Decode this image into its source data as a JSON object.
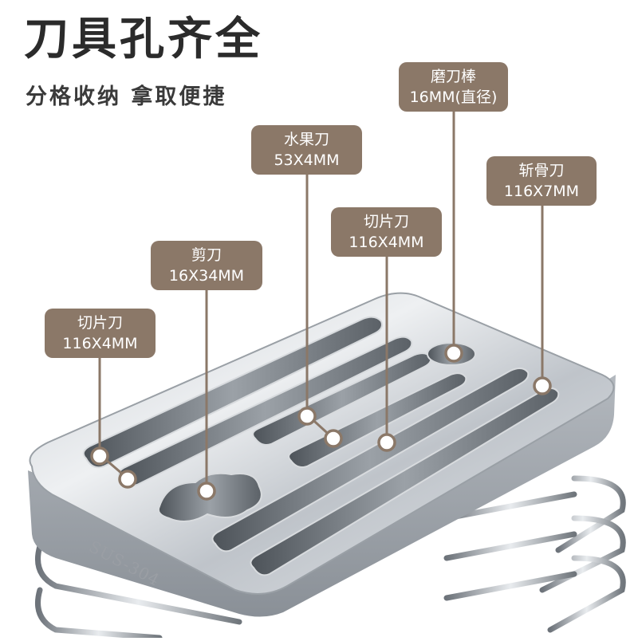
{
  "headline": "刀具孔齐全",
  "subline": "分格收纳 拿取便捷",
  "engraving": "SUS-304",
  "colors": {
    "label_bg": "#8b7868",
    "metal_light": "#e4e7ea",
    "metal_dark": "#7d848c"
  },
  "callouts": [
    {
      "id": "sharpening-rod",
      "name": "磨刀棒",
      "size": "16MM(直径)"
    },
    {
      "id": "fruit-knife",
      "name": "水果刀",
      "size": "53X4MM"
    },
    {
      "id": "bone-cleaver",
      "name": "斩骨刀",
      "size": "116X7MM"
    },
    {
      "id": "slicing-knife-right",
      "name": "切片刀",
      "size": "116X4MM"
    },
    {
      "id": "scissors",
      "name": "剪刀",
      "size": "16X34MM"
    },
    {
      "id": "slicing-knife-left",
      "name": "切片刀",
      "size": "116X4MM"
    }
  ]
}
